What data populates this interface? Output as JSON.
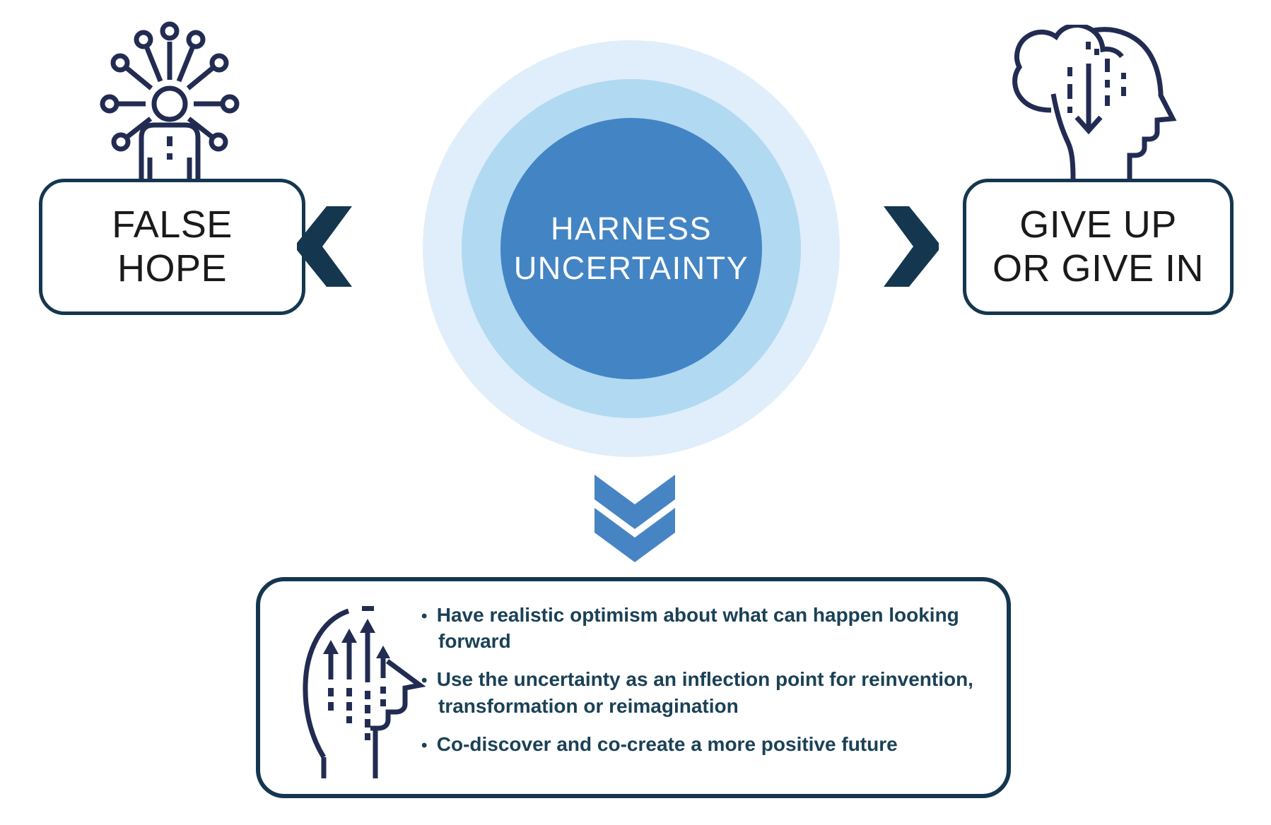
{
  "diagram": {
    "center": {
      "line1": "HARNESS",
      "line2": "UNCERTAINTY"
    },
    "left_option": {
      "line1": "FALSE",
      "line2": "HOPE"
    },
    "right_option": {
      "line1": "GIVE UP",
      "line2": "OR GIVE IN"
    },
    "outcome": {
      "bullets": [
        "Have realistic optimism about what can happen looking forward",
        "Use the uncertainty as an inflection point for reinvention, transformation or reimagination",
        "Co-discover and co-create a more positive future"
      ]
    },
    "icons": {
      "left": "network-head-icon",
      "right": "brain-drain-head-icon",
      "bottom": "growth-mindset-head-icon"
    },
    "colors": {
      "core_blue": "#4384C4",
      "ring_mid": "#B1D9F2",
      "ring_outer": "#DFEEFA",
      "navy_border": "#14374F",
      "icon_navy": "#222C52",
      "bullet_text": "#1B4156",
      "chevron_blue": "#4784C4",
      "core_text": "#FFFFFF"
    }
  }
}
